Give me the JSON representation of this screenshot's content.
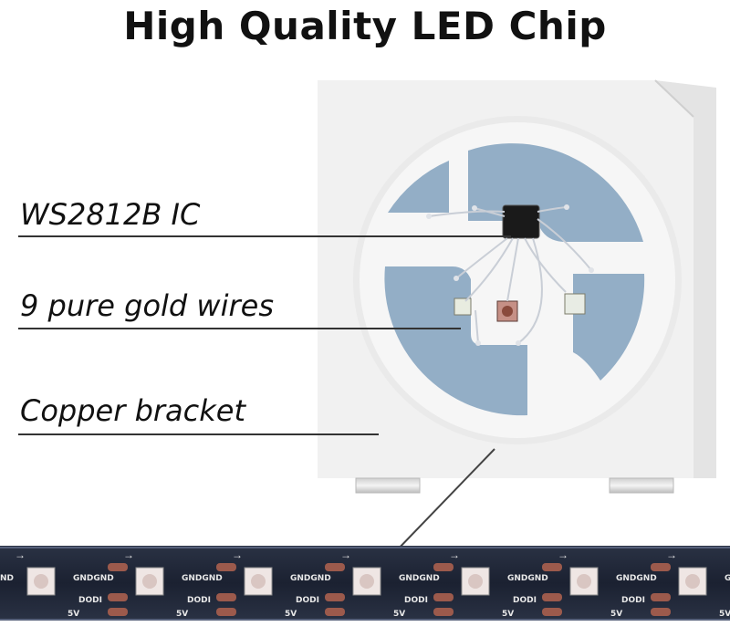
{
  "title": "High Quality LED Chip",
  "callouts": {
    "ic": "WS2812B IC",
    "wires": "9 pure gold wires",
    "bracket": "Copper bracket"
  },
  "strip": {
    "pin_top": "GNDGND",
    "pin_mid": "DODI",
    "pin_power": "5V",
    "edge_left": "ND"
  },
  "colors": {
    "chip_body": "#f1f1f1",
    "pad_blue": "#93aec6",
    "strip_pcb": "#1e2535",
    "pad_copper": "#9c5a4c"
  }
}
